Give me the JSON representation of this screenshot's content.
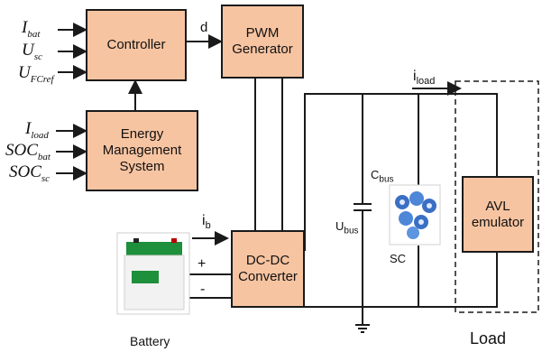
{
  "blocks": {
    "controller": "Controller",
    "pwm": [
      "PWM",
      "Generator"
    ],
    "ems": [
      "Energy",
      "Management",
      "System"
    ],
    "dcdc": [
      "DC-DC",
      "Converter"
    ],
    "avl": [
      "AVL",
      "emulator"
    ]
  },
  "inputs_controller": [
    {
      "main": "I",
      "sub": "bat"
    },
    {
      "main": "U",
      "sub": "sc"
    },
    {
      "main": "U",
      "sub": "FCref"
    }
  ],
  "inputs_ems": [
    {
      "main": "I",
      "sub": "load"
    },
    {
      "main": "SOC",
      "sub": "bat"
    },
    {
      "main": "SOC",
      "sub": "sc"
    }
  ],
  "signals": {
    "d": "d",
    "iload_main": "i",
    "iload_sub": "load",
    "ib_main": "i",
    "ib_sub": "b",
    "plus": "+",
    "minus": "-",
    "cbus_main": "C",
    "cbus_sub": "bus",
    "ubus_main": "U",
    "ubus_sub": "bus",
    "sc": "SC",
    "battery": "Battery",
    "load": "Load"
  },
  "colors": {
    "block_fill": "#f7c4a1",
    "line": "#1a1a1a",
    "battery_body": "#1e8f3a",
    "supercap": "#3a6fc4"
  }
}
